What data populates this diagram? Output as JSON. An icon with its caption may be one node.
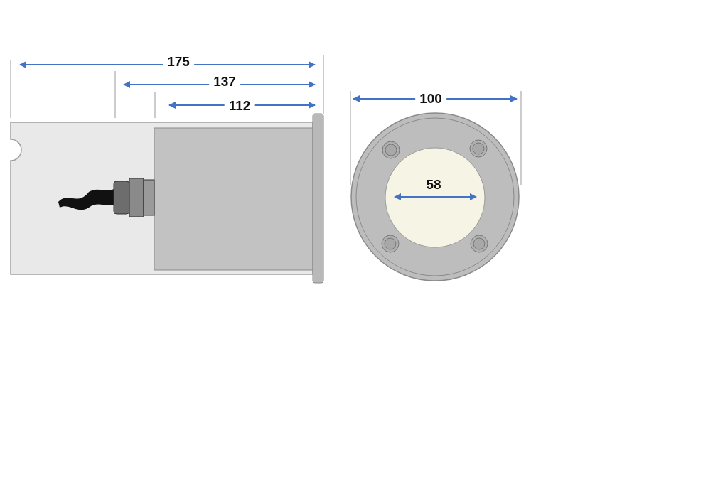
{
  "diagram": {
    "labels": [
      "175",
      "137",
      "112",
      "100",
      "58"
    ]
  }
}
